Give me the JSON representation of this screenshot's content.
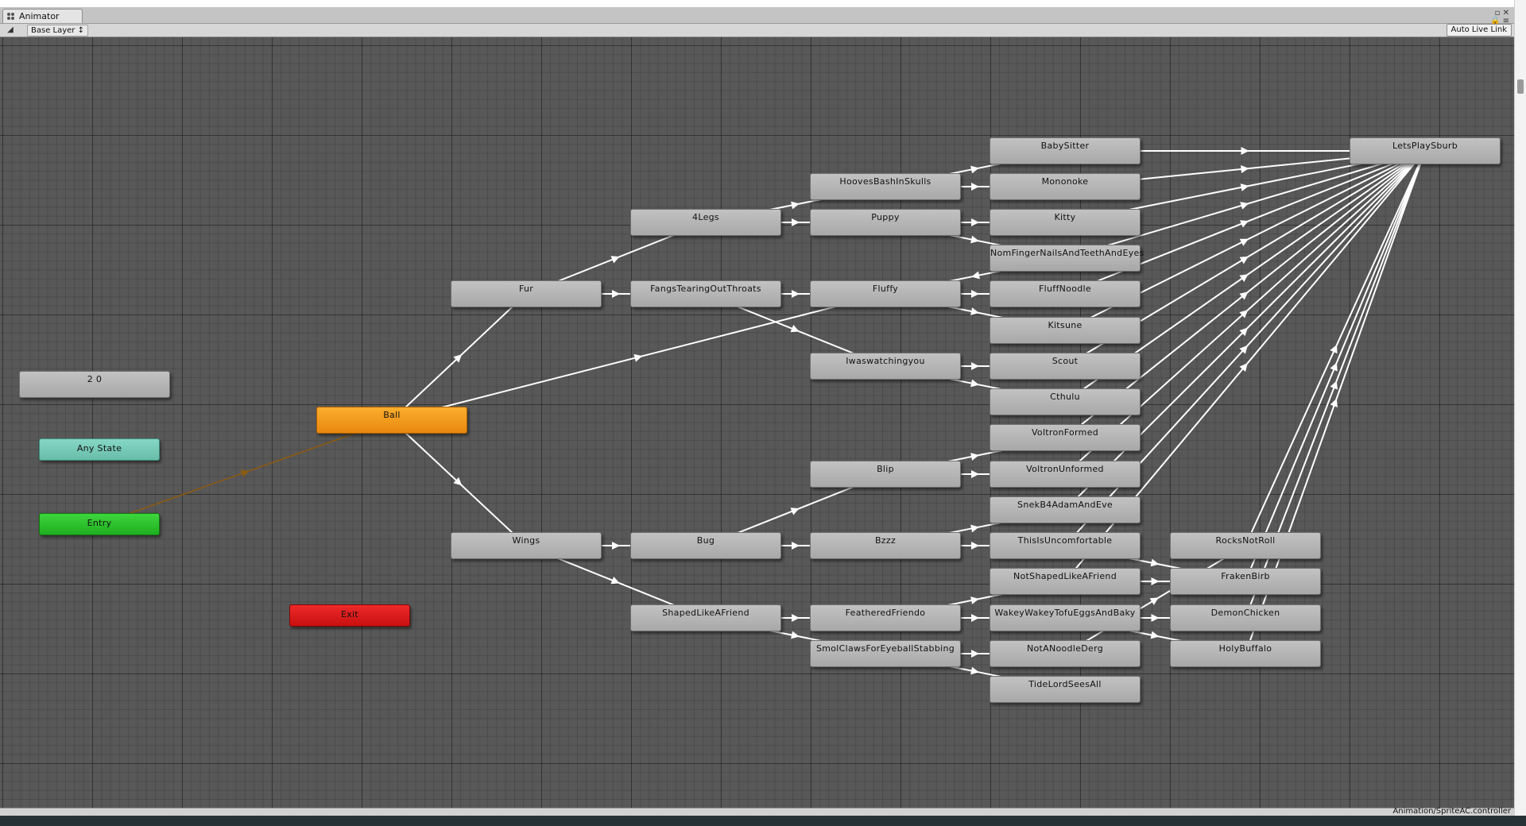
{
  "window": {
    "tab_title": "Animator",
    "controls": "▫ ✕",
    "lock": "🔒 ≡"
  },
  "toolbar": {
    "layer_toggle": "◢",
    "layer_name": "Base Layer ↕",
    "live_link": "Auto Live Link"
  },
  "status": {
    "controller_path": "Animation/SpriteAC.controller"
  },
  "colors": {
    "canvas": "#585858",
    "node": "#b3b3b3",
    "default_state": "#f29a1c",
    "any_state": "#76c9b7",
    "entry": "#2cc42c",
    "exit": "#dc1a1a",
    "transition": "#ffffff",
    "default_transition": "#8b5a14"
  },
  "states": [
    {
      "id": "n20",
      "label": "2 0",
      "type": "state"
    },
    {
      "id": "any",
      "label": "Any State",
      "type": "any"
    },
    {
      "id": "entry",
      "label": "Entry",
      "type": "entry"
    },
    {
      "id": "exit",
      "label": "Exit",
      "type": "exit"
    },
    {
      "id": "ball",
      "label": "Ball",
      "type": "default"
    },
    {
      "id": "fur",
      "label": "Fur",
      "type": "state"
    },
    {
      "id": "wings",
      "label": "Wings",
      "type": "state"
    },
    {
      "id": "4legs",
      "label": "4Legs",
      "type": "state"
    },
    {
      "id": "fangs",
      "label": "FangsTearingOutThroats",
      "type": "state"
    },
    {
      "id": "bug",
      "label": "Bug",
      "type": "state"
    },
    {
      "id": "slaf",
      "label": "ShapedLikeAFriend",
      "type": "state"
    },
    {
      "id": "hooves",
      "label": "HoovesBashInSkulls",
      "type": "state"
    },
    {
      "id": "puppy",
      "label": "Puppy",
      "type": "state"
    },
    {
      "id": "fluffy",
      "label": "Fluffy",
      "type": "state"
    },
    {
      "id": "iwas",
      "label": "Iwaswatchingyou",
      "type": "state"
    },
    {
      "id": "blip",
      "label": "Blip",
      "type": "state"
    },
    {
      "id": "bzzz",
      "label": "Bzzz",
      "type": "state"
    },
    {
      "id": "feath",
      "label": "FeatheredFriendo",
      "type": "state"
    },
    {
      "id": "smol",
      "label": "SmolClawsForEyeballStabbing",
      "type": "state"
    },
    {
      "id": "babysit",
      "label": "BabySitter",
      "type": "state"
    },
    {
      "id": "mononoke",
      "label": "Mononoke",
      "type": "state"
    },
    {
      "id": "kitty",
      "label": "Kitty",
      "type": "state"
    },
    {
      "id": "nomfinger",
      "label": "NomFingerNailsAndTeethAndEyes",
      "type": "state"
    },
    {
      "id": "fluffnoodle",
      "label": "FluffNoodle",
      "type": "state"
    },
    {
      "id": "kitsune",
      "label": "Kitsune",
      "type": "state"
    },
    {
      "id": "scout",
      "label": "Scout",
      "type": "state"
    },
    {
      "id": "cthulu",
      "label": "Cthulu",
      "type": "state"
    },
    {
      "id": "voltron",
      "label": "VoltronFormed",
      "type": "state"
    },
    {
      "id": "voltronun",
      "label": "VoltronUnformed",
      "type": "state"
    },
    {
      "id": "snek",
      "label": "SnekB4AdamAndEve",
      "type": "state"
    },
    {
      "id": "thisis",
      "label": "ThisIsUncomfortable",
      "type": "state"
    },
    {
      "id": "notshaped",
      "label": "NotShapedLikeAFriend",
      "type": "state"
    },
    {
      "id": "wakey",
      "label": "WakeyWakeyTofuEggsAndBaky",
      "type": "state"
    },
    {
      "id": "notanoodle",
      "label": "NotANoodleDerg",
      "type": "state"
    },
    {
      "id": "tidelord",
      "label": "TideLordSeesAll",
      "type": "state"
    },
    {
      "id": "rocks",
      "label": "RocksNotRoll",
      "type": "state"
    },
    {
      "id": "fraken",
      "label": "FrakenBirb",
      "type": "state"
    },
    {
      "id": "demon",
      "label": "DemonChicken",
      "type": "state"
    },
    {
      "id": "holy",
      "label": "HolyBuffalo",
      "type": "state"
    },
    {
      "id": "letsplay",
      "label": "LetsPlaySburb",
      "type": "state"
    }
  ],
  "transitions": [
    {
      "from": "entry",
      "to": "ball",
      "default": true
    },
    {
      "from": "ball",
      "to": "fur"
    },
    {
      "from": "ball",
      "to": "wings"
    },
    {
      "from": "ball",
      "to": "fluffy"
    },
    {
      "from": "fur",
      "to": "4legs"
    },
    {
      "from": "fur",
      "to": "fangs"
    },
    {
      "from": "4legs",
      "to": "hooves"
    },
    {
      "from": "4legs",
      "to": "puppy"
    },
    {
      "from": "fangs",
      "to": "fluffy"
    },
    {
      "from": "fangs",
      "to": "iwas"
    },
    {
      "from": "wings",
      "to": "bug"
    },
    {
      "from": "wings",
      "to": "slaf"
    },
    {
      "from": "bug",
      "to": "blip"
    },
    {
      "from": "bug",
      "to": "bzzz"
    },
    {
      "from": "slaf",
      "to": "feath"
    },
    {
      "from": "slaf",
      "to": "smol"
    },
    {
      "from": "hooves",
      "to": "babysit"
    },
    {
      "from": "hooves",
      "to": "mononoke"
    },
    {
      "from": "puppy",
      "to": "kitty"
    },
    {
      "from": "puppy",
      "to": "nomfinger"
    },
    {
      "from": "nomfinger",
      "to": "fluffy"
    },
    {
      "from": "fluffy",
      "to": "fluffnoodle"
    },
    {
      "from": "fluffy",
      "to": "kitsune"
    },
    {
      "from": "iwas",
      "to": "scout"
    },
    {
      "from": "iwas",
      "to": "cthulu"
    },
    {
      "from": "blip",
      "to": "voltron"
    },
    {
      "from": "blip",
      "to": "voltronun"
    },
    {
      "from": "bzzz",
      "to": "snek"
    },
    {
      "from": "bzzz",
      "to": "thisis"
    },
    {
      "from": "feath",
      "to": "notshaped"
    },
    {
      "from": "feath",
      "to": "wakey"
    },
    {
      "from": "smol",
      "to": "notanoodle"
    },
    {
      "from": "smol",
      "to": "tidelord"
    },
    {
      "from": "thisis",
      "to": "fraken"
    },
    {
      "from": "notshaped",
      "to": "fraken"
    },
    {
      "from": "wakey",
      "to": "demon"
    },
    {
      "from": "wakey",
      "to": "holy"
    },
    {
      "from": "notanoodle",
      "to": "rocks"
    },
    {
      "from": "babysit",
      "to": "letsplay"
    },
    {
      "from": "mononoke",
      "to": "letsplay"
    },
    {
      "from": "kitty",
      "to": "letsplay"
    },
    {
      "from": "nomfinger",
      "to": "letsplay"
    },
    {
      "from": "fluffnoodle",
      "to": "letsplay"
    },
    {
      "from": "kitsune",
      "to": "letsplay"
    },
    {
      "from": "scout",
      "to": "letsplay"
    },
    {
      "from": "cthulu",
      "to": "letsplay"
    },
    {
      "from": "voltron",
      "to": "letsplay"
    },
    {
      "from": "voltronun",
      "to": "letsplay"
    },
    {
      "from": "snek",
      "to": "letsplay"
    },
    {
      "from": "thisis",
      "to": "letsplay"
    },
    {
      "from": "notshaped",
      "to": "letsplay"
    },
    {
      "from": "rocks",
      "to": "letsplay"
    },
    {
      "from": "fraken",
      "to": "letsplay"
    },
    {
      "from": "demon",
      "to": "letsplay"
    },
    {
      "from": "holy",
      "to": "letsplay"
    }
  ]
}
